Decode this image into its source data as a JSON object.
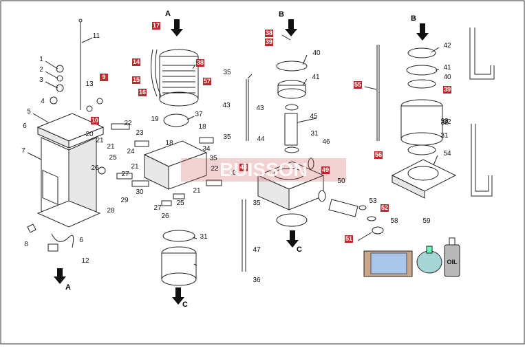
{
  "diagram": {
    "watermark": "BUISSON",
    "flow_labels": [
      "A",
      "A",
      "B",
      "B",
      "C",
      "C"
    ],
    "callouts": [
      "1",
      "2",
      "3",
      "4",
      "5",
      "6",
      "6",
      "7",
      "8",
      "9",
      "10",
      "11",
      "12",
      "13",
      "14",
      "15",
      "16",
      "17",
      "18",
      "18",
      "19",
      "20",
      "20",
      "21",
      "21",
      "21",
      "21",
      "22",
      "22",
      "23",
      "24",
      "25",
      "25",
      "26",
      "26",
      "27",
      "27",
      "28",
      "29",
      "30",
      "31",
      "31",
      "31",
      "32",
      "32",
      "33",
      "34",
      "35",
      "35",
      "35",
      "35",
      "36",
      "37",
      "38",
      "38",
      "39",
      "39",
      "40",
      "40",
      "41",
      "41",
      "42",
      "43",
      "43",
      "44",
      "45",
      "46",
      "47",
      "48",
      "49",
      "50",
      "51",
      "52",
      "53",
      "54",
      "55",
      "56",
      "57",
      "58",
      "59"
    ],
    "highlighted": [
      "9",
      "10",
      "14",
      "15",
      "16",
      "17",
      "38",
      "39",
      "48",
      "49",
      "51",
      "52",
      "55",
      "56",
      "57"
    ],
    "bottle_label": "OIL"
  }
}
